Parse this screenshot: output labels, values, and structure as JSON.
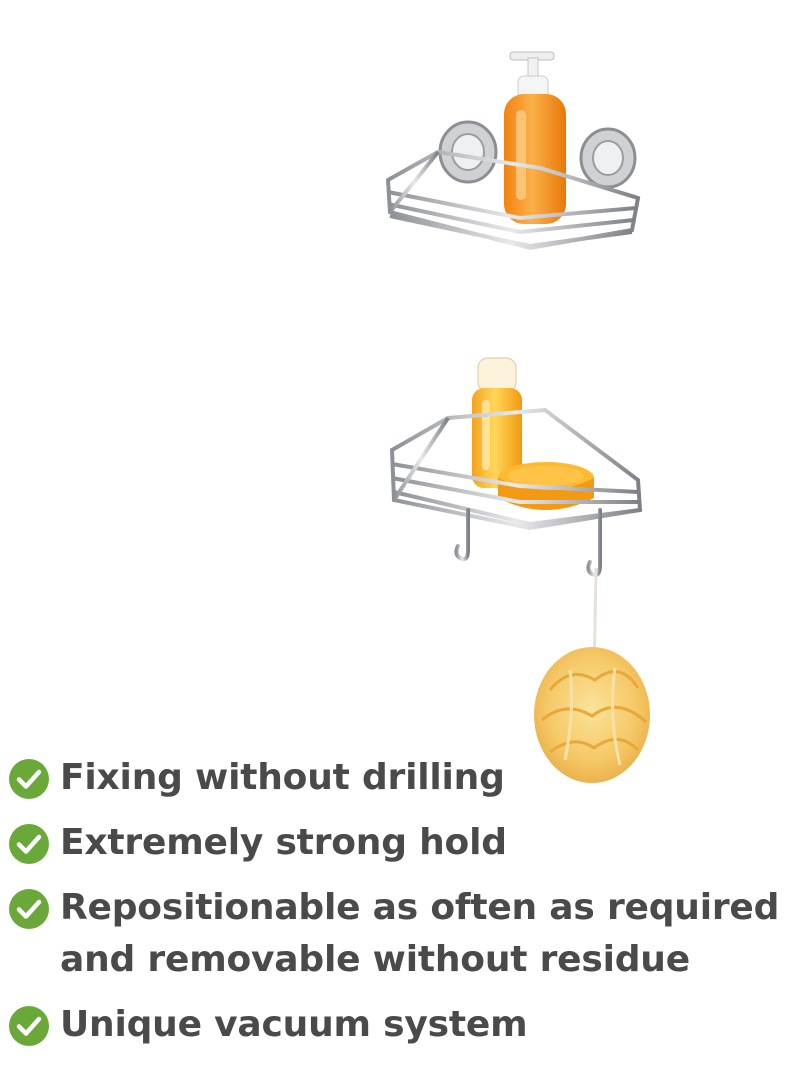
{
  "colors": {
    "check_green": "#6aa83a",
    "text": "#4a4a4a",
    "chrome": "#b9bcc1",
    "bottle": "#f6901e",
    "soap": "#f7a51c",
    "sponge": "#f7d37d"
  },
  "product": {
    "icons": [
      "soap-dispenser-icon",
      "shampoo-bottle-icon",
      "soap-bar-icon",
      "bath-sponge-icon"
    ]
  },
  "features": [
    {
      "icon": "check-circle-icon",
      "text": "Fixing without drilling"
    },
    {
      "icon": "check-circle-icon",
      "text": "Extremely strong hold"
    },
    {
      "icon": "check-circle-icon",
      "text": "Repositionable as often as required and removable without residue"
    },
    {
      "icon": "check-circle-icon",
      "text": "Unique vacuum system"
    }
  ]
}
